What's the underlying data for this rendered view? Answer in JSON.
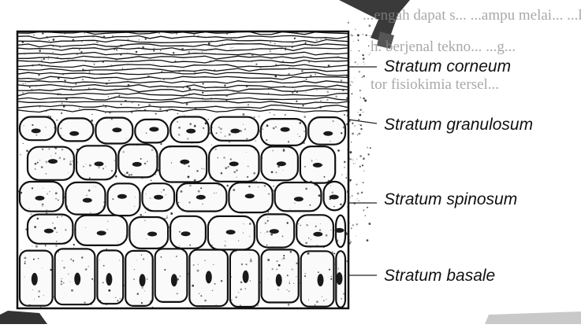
{
  "labels": [
    {
      "id": "corneum",
      "text": "Stratum corneum"
    },
    {
      "id": "granulosum",
      "text": "Stratum granulosum"
    },
    {
      "id": "spinosum",
      "text": "Stratum spinosum"
    },
    {
      "id": "basale",
      "text": "Stratum basale"
    }
  ],
  "background_text": [
    "...engah dapat s... ...ampu melai... ...la...",
    "h. berjenal tekno... ...g...",
    "tor fisiokimia tersel..."
  ],
  "colors": {
    "ink": "#111111",
    "paper": "#ffffff",
    "bleed_text": "#8c8c8c",
    "cell_fill": "#fafafa",
    "dark_blot": "#3a3a3a"
  }
}
